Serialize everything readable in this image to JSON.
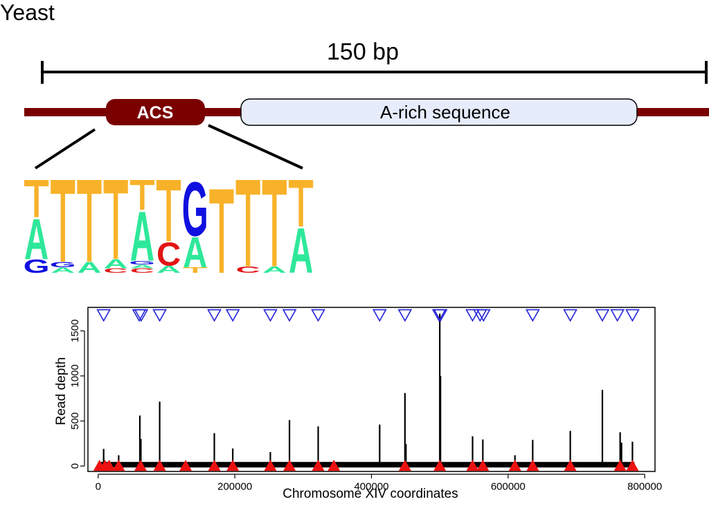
{
  "colors": {
    "backbone": "#7a0000",
    "acs_fill": "#7a0000",
    "arich_fill": "#e6ecfb",
    "logo_A": "#2ee89a",
    "logo_C": "#e21515",
    "logo_G": "#1010e0",
    "logo_T": "#f8b22a",
    "peak_line": "#000000",
    "open_triangle": "#2323d8",
    "filled_triangle": "#ee1111"
  },
  "diagram": {
    "organism_label": "Yeast",
    "scale_bar_label": "150 bp",
    "acs_label": "ACS",
    "arich_label": "A-rich sequence"
  },
  "motif_logo": {
    "positions": [
      {
        "letters": [
          [
            "G",
            0.15
          ],
          [
            "A",
            0.45
          ],
          [
            "T",
            0.4
          ]
        ]
      },
      {
        "letters": [
          [
            "A",
            0.06
          ],
          [
            "G",
            0.06
          ],
          [
            "T",
            0.88
          ]
        ]
      },
      {
        "letters": [
          [
            "A",
            0.12
          ],
          [
            "T",
            0.88
          ]
        ]
      },
      {
        "letters": [
          [
            "C",
            0.05
          ],
          [
            "A",
            0.1
          ],
          [
            "T",
            0.85
          ]
        ]
      },
      {
        "letters": [
          [
            "C",
            0.05
          ],
          [
            "A",
            0.04
          ],
          [
            "G",
            0.04
          ],
          [
            "A",
            0.55
          ],
          [
            "T",
            0.32
          ]
        ]
      },
      {
        "letters": [
          [
            "A",
            0.08
          ],
          [
            "C",
            0.26
          ],
          [
            "T",
            0.66
          ]
        ]
      },
      {
        "letters": [
          [
            "T",
            0.06
          ],
          [
            "A",
            0.34
          ],
          [
            "G",
            0.6
          ]
        ]
      },
      {
        "letters": [
          [
            "T",
            0.9
          ]
        ]
      },
      {
        "letters": [
          [
            "C",
            0.07
          ],
          [
            "T",
            0.93
          ]
        ]
      },
      {
        "letters": [
          [
            "A",
            0.07
          ],
          [
            "T",
            0.93
          ]
        ]
      },
      {
        "letters": [
          [
            "A",
            0.5
          ],
          [
            "T",
            0.5
          ]
        ]
      }
    ]
  },
  "chart_data": {
    "type": "line",
    "xlabel": "Chromosome XIV coordinates",
    "ylabel": "Read depth",
    "xlim": [
      -15000,
      815000
    ],
    "ylim": [
      -60,
      1760
    ],
    "x_ticks": [
      0,
      200000,
      400000,
      600000,
      800000
    ],
    "x_tick_labels": [
      "0",
      "200000",
      "400000",
      "600000",
      "800000"
    ],
    "y_ticks": [
      0,
      500,
      1000,
      1500
    ],
    "y_tick_labels": [
      "0",
      "500",
      "1000",
      "1500"
    ],
    "peaks": [
      {
        "x": 8000,
        "y": 190
      },
      {
        "x": 16000,
        "y": 60
      },
      {
        "x": 30000,
        "y": 120
      },
      {
        "x": 61000,
        "y": 560
      },
      {
        "x": 62500,
        "y": 300
      },
      {
        "x": 90000,
        "y": 715
      },
      {
        "x": 128000,
        "y": 40
      },
      {
        "x": 170000,
        "y": 365
      },
      {
        "x": 197000,
        "y": 195
      },
      {
        "x": 252000,
        "y": 155
      },
      {
        "x": 280000,
        "y": 510
      },
      {
        "x": 322000,
        "y": 440
      },
      {
        "x": 345000,
        "y": 60
      },
      {
        "x": 412000,
        "y": 460
      },
      {
        "x": 449000,
        "y": 810
      },
      {
        "x": 450500,
        "y": 245
      },
      {
        "x": 500000,
        "y": 1690
      },
      {
        "x": 501000,
        "y": 1000
      },
      {
        "x": 548000,
        "y": 330
      },
      {
        "x": 563000,
        "y": 295
      },
      {
        "x": 610000,
        "y": 120
      },
      {
        "x": 636000,
        "y": 290
      },
      {
        "x": 691000,
        "y": 390
      },
      {
        "x": 738000,
        "y": 845
      },
      {
        "x": 764000,
        "y": 375
      },
      {
        "x": 766000,
        "y": 260
      },
      {
        "x": 782000,
        "y": 270
      }
    ],
    "open_triangles_x": [
      8000,
      60000,
      63000,
      90000,
      170000,
      197000,
      252000,
      280000,
      322000,
      412000,
      449000,
      499000,
      501000,
      548000,
      559000,
      564000,
      636000,
      691000,
      738000,
      760000,
      782000
    ],
    "open_triangles_y": 1680,
    "filled_triangles_x": [
      2000,
      10000,
      16000,
      30000,
      62000,
      90000,
      128000,
      170000,
      197000,
      252000,
      280000,
      322000,
      345000,
      449000,
      500000,
      548000,
      563000,
      610000,
      636000,
      691000,
      764000,
      782000
    ],
    "filled_triangles_y": 0,
    "grid": false,
    "legend": "none"
  }
}
